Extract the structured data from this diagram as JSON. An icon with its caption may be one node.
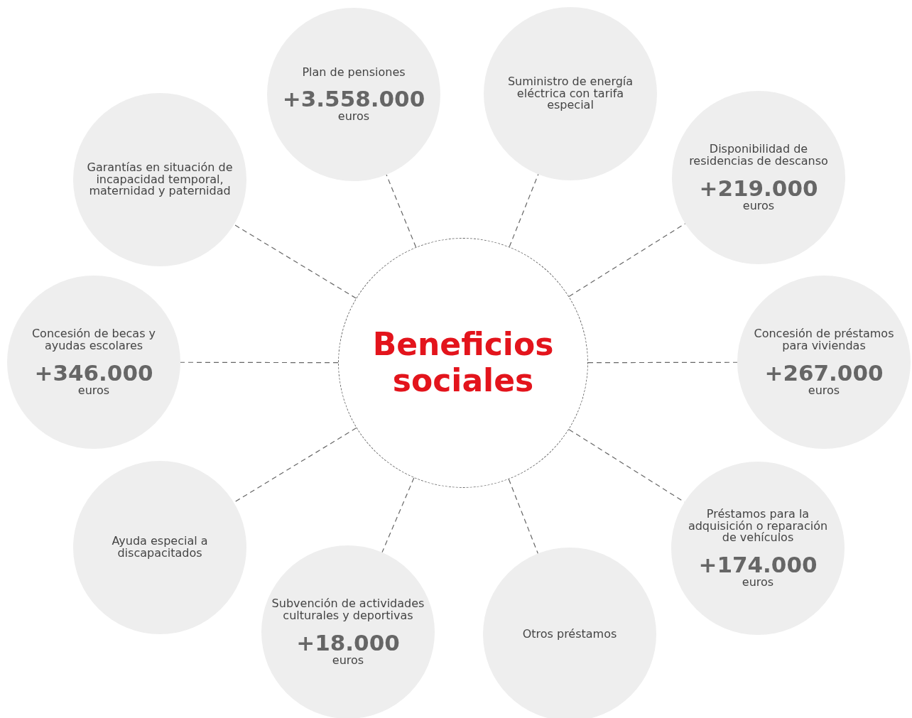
{
  "diagram": {
    "nodes": [
      {
        "text": [
          "Beneficios sociales"
        ]
      },
      {
        "text": [
          "Plan de pensiones",
          "+3.558.000",
          "euros"
        ]
      },
      {
        "text": [
          "Suministro de energía eléctrica con tarifa especial"
        ]
      },
      {
        "text": [
          "Disponibilidad de residencias de descanso",
          "+219.000",
          "euros"
        ]
      },
      {
        "text": [
          "Concesión de préstamos para viviendas",
          "+267.000",
          "euros"
        ]
      },
      {
        "text": [
          "Préstamos para la adquisición o reparación de vehículos",
          "+174.000",
          "euros"
        ]
      },
      {
        "text": [
          "Otros préstamos"
        ]
      },
      {
        "text": [
          "Subvención de actividades culturales y deportivas",
          "+18.000",
          "euros"
        ]
      },
      {
        "text": [
          "Ayuda especial a discapacitados"
        ]
      },
      {
        "text": [
          "Concesión de becas y ayudas escolares",
          "+346.000",
          "euros"
        ]
      },
      {
        "text": [
          "Garantías en situación de incapacidad temporal, maternidad y paternidad"
        ]
      }
    ],
    "edges": [
      {
        "from": 0,
        "to": 1,
        "arrow": "none",
        "style": "dashed"
      },
      {
        "from": 0,
        "to": 2,
        "arrow": "none",
        "style": "dashed"
      },
      {
        "from": 0,
        "to": 3,
        "arrow": "none",
        "style": "dashed"
      },
      {
        "from": 0,
        "to": 4,
        "arrow": "none",
        "style": "dashed"
      },
      {
        "from": 0,
        "to": 5,
        "arrow": "none",
        "style": "dashed"
      },
      {
        "from": 0,
        "to": 6,
        "arrow": "none",
        "style": "dashed"
      },
      {
        "from": 0,
        "to": 7,
        "arrow": "none",
        "style": "dashed"
      },
      {
        "from": 0,
        "to": 8,
        "arrow": "none",
        "style": "dashed"
      },
      {
        "from": 0,
        "to": 9,
        "arrow": "none",
        "style": "dashed"
      },
      {
        "from": 0,
        "to": 10,
        "arrow": "none",
        "style": "dashed"
      }
    ]
  }
}
